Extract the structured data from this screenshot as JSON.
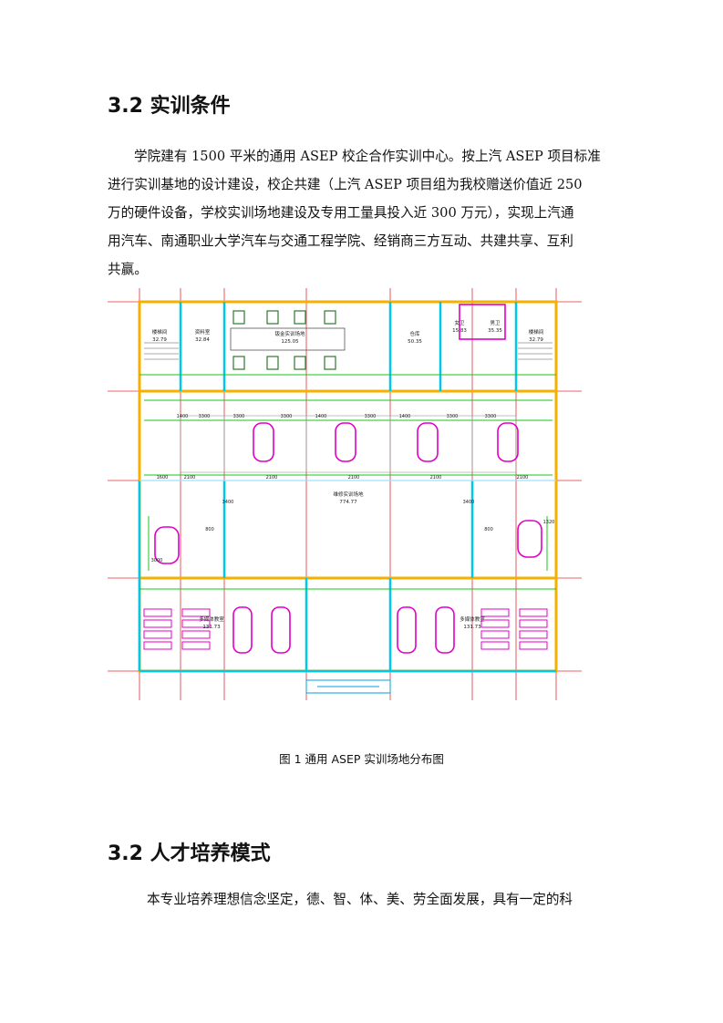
{
  "section1": {
    "title": "3.2 实训条件",
    "lines": [
      "学院建有 1500 平米的通用 ASEP 校企合作实训中心。按上汽 ASEP 项目标准",
      "进行实训基地的设计建设，校企共建（上汽 ASEP 项目组为我校赠送价值近 250",
      "万的硬件设备，学校实训场地建设及专用工量具投入近 300 万元），实现上汽通",
      "用汽车、南通职业大学汽车与交通工程学院、经销商三方互动、共建共享、互利",
      "共赢。"
    ]
  },
  "figure": {
    "caption": "图 1 通用 ASEP 实训场地分布图",
    "rooms": {
      "r1": "楼梯间",
      "r1a": "32.79",
      "r2": "资料室",
      "r2a": "32.84",
      "r3": "钣金实训场地",
      "r3a": "125.05",
      "r4": "仓库",
      "r4a": "50.35",
      "r5": "女卫",
      "r5a": "15.83",
      "r6": "男卫",
      "r6a": "35.35",
      "r7": "楼梯间",
      "r7a": "32.79",
      "main": "维修实训场地",
      "maina": "774.77",
      "cls1": "多媒体教室",
      "cls1a": "131.73",
      "cls2": "多媒体教室",
      "cls2a": "131.73"
    },
    "dims": {
      "d1400": "1400",
      "d3300": "3300",
      "d2100": "2100",
      "d1600": "1600",
      "d3400": "3400",
      "d800": "800",
      "d3000": "3000",
      "d1320": "1320"
    }
  },
  "section2": {
    "title": "3.2 人才培养模式",
    "lines": [
      "本专业培养理想信念坚定，德、智、体、美、劳全面发展，具有一定的科"
    ]
  }
}
